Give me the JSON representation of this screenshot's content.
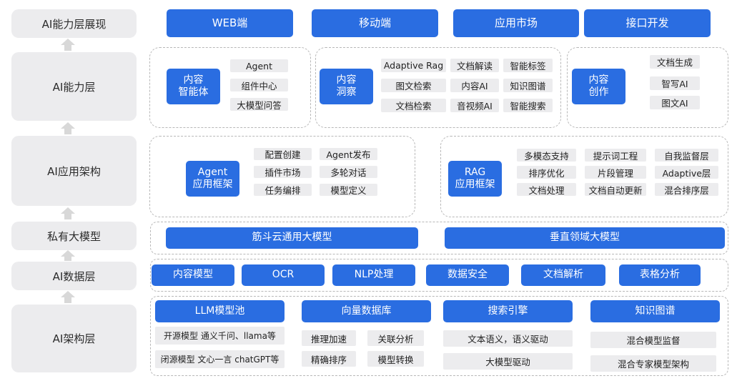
{
  "layers": [
    "AI能力层展现",
    "AI能力层",
    "AI应用架构",
    "私有大模型",
    "AI数据层",
    "AI架构层"
  ],
  "presentation": [
    "WEB端",
    "移动端",
    "应用市场",
    "接口开发"
  ],
  "capability": {
    "agent": {
      "title": "内容\n智能体",
      "items": [
        "Agent",
        "组件中心",
        "大模型问答"
      ]
    },
    "insight": {
      "title": "内容\n洞察",
      "items": [
        "Adaptive Rag",
        "文档解读",
        "智能标签",
        "图文检索",
        "内容AI",
        "知识图谱",
        "文档检索",
        "音视频AI",
        "智能搜索"
      ]
    },
    "creation": {
      "title": "内容\n创作",
      "items": [
        "文档生成",
        "智写AI",
        "图文AI"
      ]
    }
  },
  "app_framework": {
    "agent": {
      "title": "Agent\n应用框架",
      "items": [
        "配置创建",
        "Agent发布",
        "插件市场",
        "多轮对话",
        "任务编排",
        "模型定义"
      ]
    },
    "rag": {
      "title": "RAG\n应用框架",
      "items": [
        "多模态支持",
        "提示词工程",
        "自我监督层",
        "排序优化",
        "片段管理",
        "Adaptive层",
        "文档处理",
        "文档自动更新",
        "混合排序层"
      ]
    }
  },
  "private_models": [
    "筋斗云通用大模型",
    "垂直领域大模型"
  ],
  "data_layer": [
    "内容模型",
    "OCR",
    "NLP处理",
    "数据安全",
    "文档解析",
    "表格分析"
  ],
  "arch_layer": {
    "llm_pool": {
      "title": "LLM模型池",
      "items": [
        "开源模型 通义千问、llama等",
        "闭源模型 文心一言 chatGPT等"
      ]
    },
    "vector_db": {
      "title": "向量数据库",
      "items": [
        "推理加速",
        "关联分析",
        "精确排序",
        "模型转换"
      ]
    },
    "search": {
      "title": "搜索引擎",
      "items": [
        "文本语义，语义驱动",
        "大模型驱动"
      ]
    },
    "kg": {
      "title": "知识图谱",
      "items": [
        "混合模型监督",
        "混合专家模型架构"
      ]
    }
  }
}
